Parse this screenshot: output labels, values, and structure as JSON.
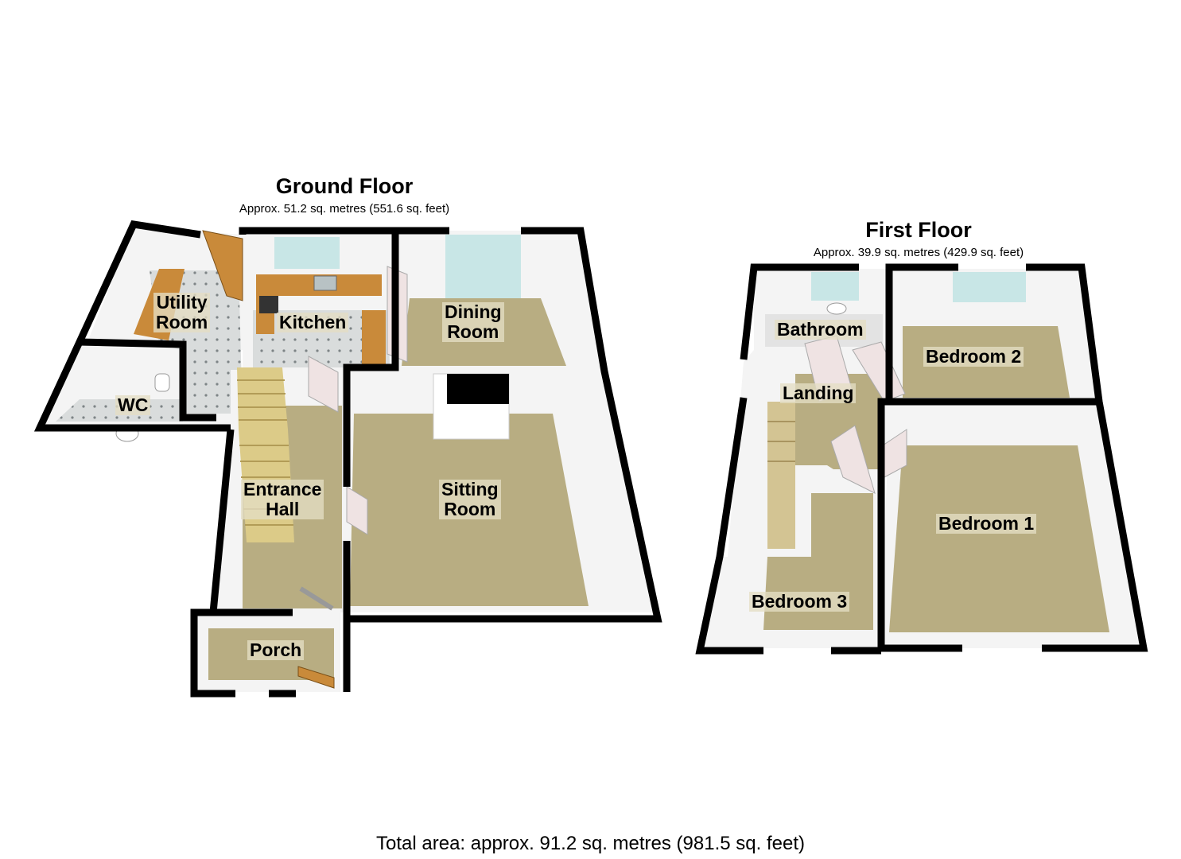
{
  "ground_floor": {
    "title": "Ground Floor",
    "area": "Approx. 51.2 sq. metres (551.6 sq. feet)",
    "rooms": {
      "utility": [
        "Utility",
        "Room"
      ],
      "kitchen": "Kitchen",
      "dining": [
        "Dining",
        "Room"
      ],
      "wc": "WC",
      "entrance": [
        "Entrance",
        "Hall"
      ],
      "sitting": [
        "Sitting",
        "Room"
      ],
      "porch": "Porch"
    }
  },
  "first_floor": {
    "title": "First Floor",
    "area": "Approx. 39.9 sq. metres (429.9 sq. feet)",
    "rooms": {
      "bathroom": "Bathroom",
      "bedroom2": "Bedroom 2",
      "landing": "Landing",
      "bedroom1": "Bedroom 1",
      "bedroom3": "Bedroom 3"
    }
  },
  "total_area": "Total area: approx. 91.2 sq. metres (981.5 sq. feet)",
  "colors": {
    "wall": "#000000",
    "wall_face": "#f4f4f4",
    "carpet": "#b8ad82",
    "tile": "#d9dcdc",
    "worktop": "#c98a3a",
    "window": "#c8e6e6",
    "door": "#efe3e3",
    "stairs": "#dccb88"
  }
}
